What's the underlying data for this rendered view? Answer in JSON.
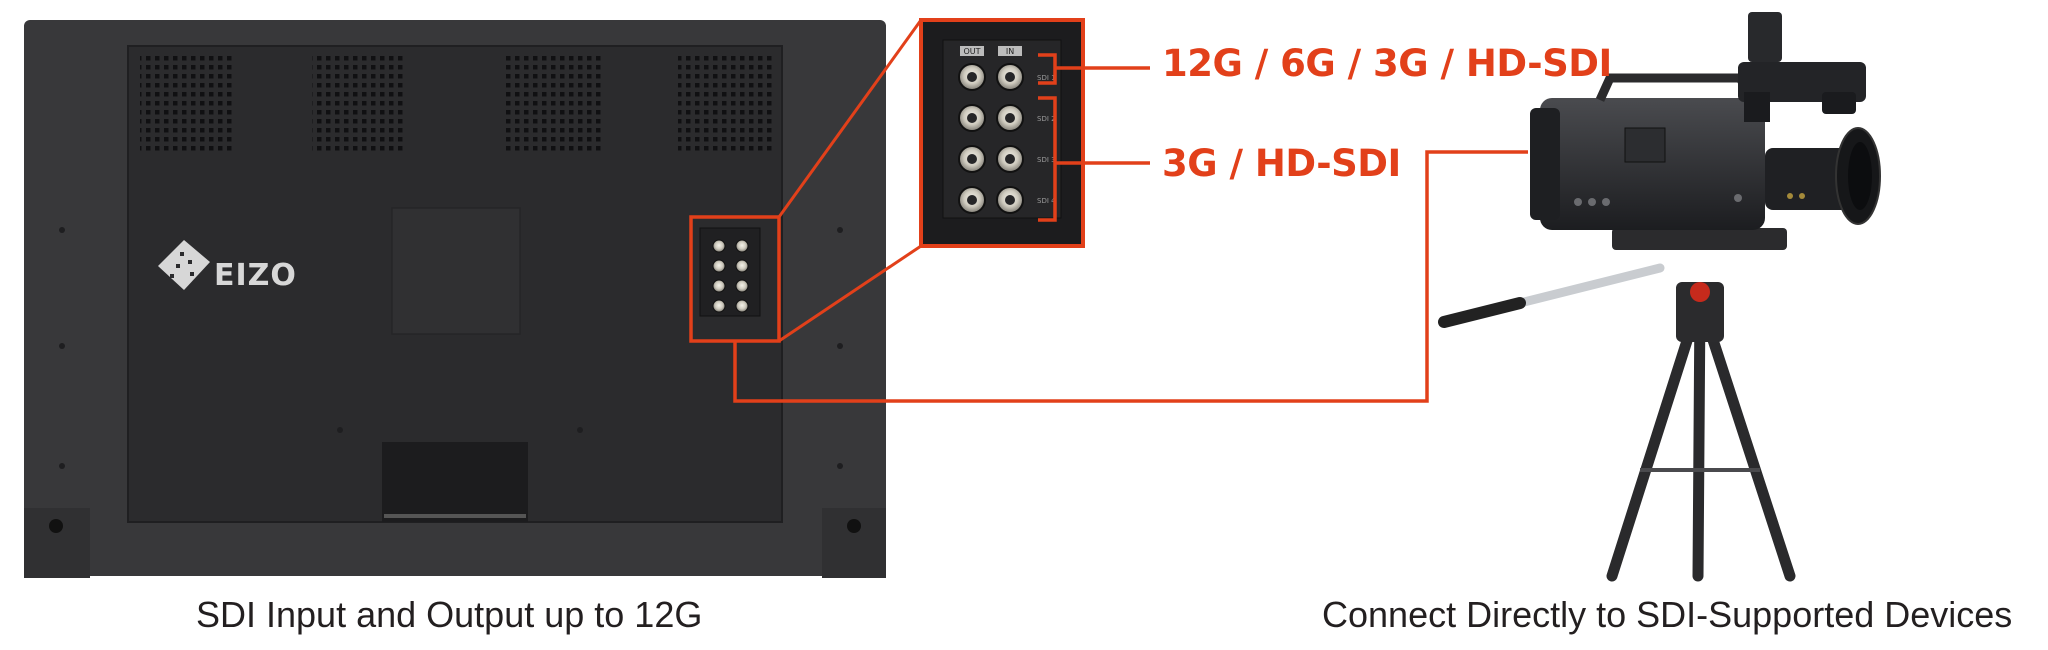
{
  "accent_color": "#e2401a",
  "monitor": {
    "brand_logo": "EIZO",
    "port_labels": {
      "out": "OUT",
      "in": "IN",
      "sdi": [
        "SDI 1",
        "SDI 2",
        "SDI 3",
        "SDI 4"
      ]
    }
  },
  "callouts": {
    "sdi1_label": "12G / 6G / 3G / HD-SDI",
    "sdi2_4_label": "3G / HD-SDI"
  },
  "captions": {
    "left": "SDI Input and Output up to 12G",
    "right": "Connect Directly to SDI-Supported Devices"
  },
  "icons": {
    "monitor": "monitor-rear-image",
    "camera": "broadcast-camera-image",
    "connector": "bnc-connector-icon"
  }
}
